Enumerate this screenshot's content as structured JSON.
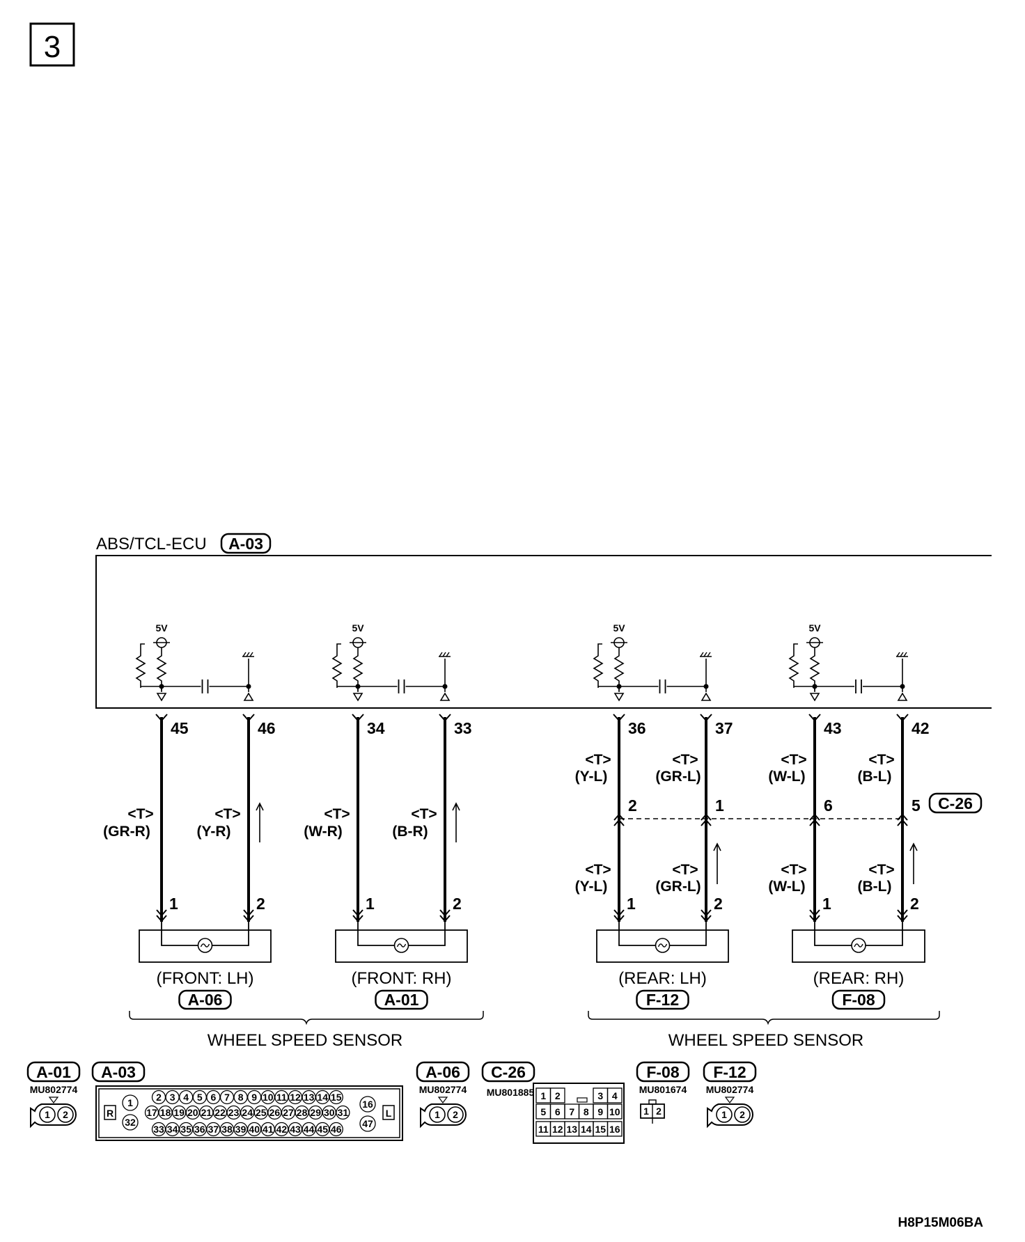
{
  "page_number": "3",
  "figure_code": "H8P15M06BA",
  "ecu": {
    "label": "ABS/TCL-ECU",
    "connector": "A-03"
  },
  "supply_label": "5V",
  "wire_t": "<T>",
  "sensor_group_label": "WHEEL SPEED SENSOR",
  "c26_connector": "C-26",
  "channels": [
    {
      "pins": [
        "45",
        "46"
      ],
      "wires": [
        "(GR-R)",
        "(Y-R)"
      ],
      "sensor_pins": [
        "1",
        "2"
      ],
      "name": "(FRONT: LH)",
      "connector": "A-06"
    },
    {
      "pins": [
        "34",
        "33"
      ],
      "wires": [
        "(W-R)",
        "(B-R)"
      ],
      "sensor_pins": [
        "1",
        "2"
      ],
      "name": "(FRONT: RH)",
      "connector": "A-01"
    },
    {
      "pins": [
        "36",
        "37"
      ],
      "wires": [
        "(Y-L)",
        "(GR-L)"
      ],
      "mid_pins": [
        "2",
        "1"
      ],
      "sensor_pins": [
        "1",
        "2"
      ],
      "name": "(REAR: LH)",
      "connector": "F-12"
    },
    {
      "pins": [
        "43",
        "42"
      ],
      "wires": [
        "(W-L)",
        "(B-L)"
      ],
      "mid_pins": [
        "6",
        "5"
      ],
      "sensor_pins": [
        "1",
        "2"
      ],
      "name": "(REAR: RH)",
      "connector": "F-08"
    }
  ],
  "connector_views": {
    "a01": {
      "id": "A-01",
      "part": "MU802774",
      "pins": [
        "1",
        "2"
      ]
    },
    "a03": {
      "id": "A-03",
      "side_r": "R",
      "side_l": "L",
      "left_pins": [
        "1",
        "32"
      ],
      "right_pins": [
        "16",
        "47"
      ],
      "row1": [
        "2",
        "3",
        "4",
        "5",
        "6",
        "7",
        "8",
        "9",
        "10",
        "11",
        "12",
        "13",
        "14",
        "15"
      ],
      "row2": [
        "17",
        "18",
        "19",
        "20",
        "21",
        "22",
        "23",
        "24",
        "25",
        "26",
        "27",
        "28",
        "29",
        "30",
        "31"
      ],
      "row3": [
        "33",
        "34",
        "35",
        "36",
        "37",
        "38",
        "39",
        "40",
        "41",
        "42",
        "43",
        "44",
        "45",
        "46"
      ]
    },
    "a06": {
      "id": "A-06",
      "part": "MU802774",
      "pins": [
        "1",
        "2"
      ]
    },
    "c26": {
      "id": "C-26",
      "part": "MU801885",
      "row1": [
        "1",
        "2",
        "3",
        "4"
      ],
      "row2": [
        "5",
        "6",
        "7",
        "8",
        "9",
        "10"
      ],
      "row3": [
        "11",
        "12",
        "13",
        "14",
        "15",
        "16"
      ]
    },
    "f08": {
      "id": "F-08",
      "part": "MU801674",
      "pins": [
        "1",
        "2"
      ]
    },
    "f12": {
      "id": "F-12",
      "part": "MU802774",
      "pins": [
        "1",
        "2"
      ]
    }
  }
}
